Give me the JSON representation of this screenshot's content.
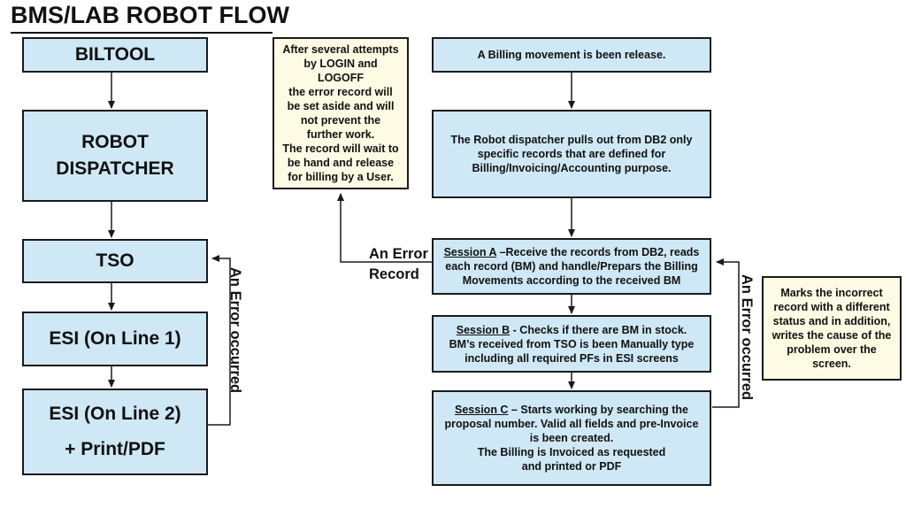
{
  "title": "BMS/LAB ROBOT FLOW",
  "left_column": {
    "biltool": "BILTOOL",
    "robot_dispatcher_line1": "ROBOT",
    "robot_dispatcher_line2": "DISPATCHER",
    "tso": "TSO",
    "esi_line1": "ESI (On Line 1)",
    "esi_line2": "ESI (On Line 2)",
    "print_pdf": "+ Print/PDF",
    "error_label": "An Error occurred"
  },
  "note_box": {
    "lines": [
      "After several attempts",
      "by LOGIN and LOGOFF",
      "the error record will",
      "be set aside and will",
      "not prevent the",
      "further work.",
      "The record will wait to",
      "be hand and release",
      "for billing by a User."
    ]
  },
  "error_record_label": {
    "line1": "An Error",
    "line2": "Record"
  },
  "right_column": {
    "billing_release": "A Billing movement is been release.",
    "dispatcher_pull": {
      "lines": [
        "The Robot dispatcher pulls out from DB2 only",
        "specific records that are defined for",
        "Billing/Invoicing/Accounting purpose."
      ]
    },
    "session_a": {
      "heading": "Session A",
      "line1_rest": " –Receive the records from DB2, reads",
      "line2": "each record (BM) and handle/Prepars the Billing",
      "line3": "Movements according to the received BM"
    },
    "session_b": {
      "heading": "Session B",
      "line1_rest": " - Checks if there are BM in stock.",
      "line2": "BM’s received from TSO  is been Manually type",
      "line3": "including all required PFs in ESI screens"
    },
    "session_c": {
      "heading": "Session C",
      "line1_rest": " – Starts working by searching the",
      "line2": "proposal number. Valid all fields and pre-Invoice",
      "line3": "is been created.",
      "line4": "The Billing is Invoiced as requested",
      "line5": "and printed or PDF"
    },
    "error_label": "An Error occurred"
  },
  "marks_box": {
    "lines": [
      "Marks the incorrect",
      "record with a different",
      "status and in addition,",
      "writes the cause of the",
      "problem over the",
      "screen."
    ]
  },
  "colors": {
    "blue_box": "#cfe8f5",
    "cream_box": "#fdfbe3",
    "border": "#1a1a1a"
  }
}
